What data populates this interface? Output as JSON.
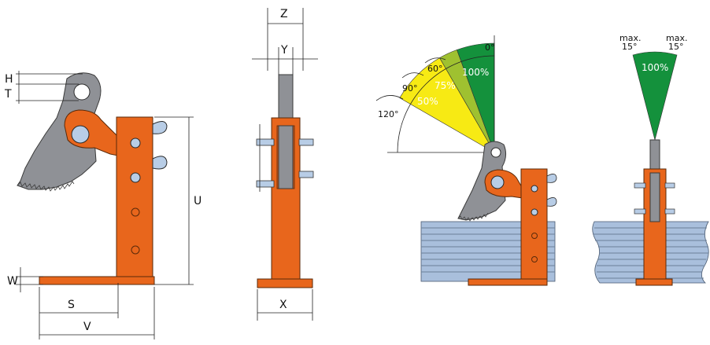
{
  "dimensions": {
    "h": "H",
    "t": "T",
    "u": "U",
    "w": "W",
    "s": "S",
    "v": "V",
    "z": "Z",
    "y": "Y",
    "x": "X"
  },
  "angles": {
    "a0": "0°",
    "a60": "60°",
    "a90": "90°",
    "a120": "120°"
  },
  "capacities": {
    "p100": "100%",
    "p75": "75%",
    "p50": "50%"
  },
  "lateral": {
    "max_left": "max.",
    "deg_left": "15°",
    "max_right": "max.",
    "deg_right": "15°",
    "p100": "100%"
  },
  "colors": {
    "clamp_body": "#e8661c",
    "jaw": "#8f9196",
    "zone_100": "#14913c",
    "zone_75": "#9fc130",
    "zone_50": "#f7ea14",
    "plate": "#a9bfdc"
  }
}
